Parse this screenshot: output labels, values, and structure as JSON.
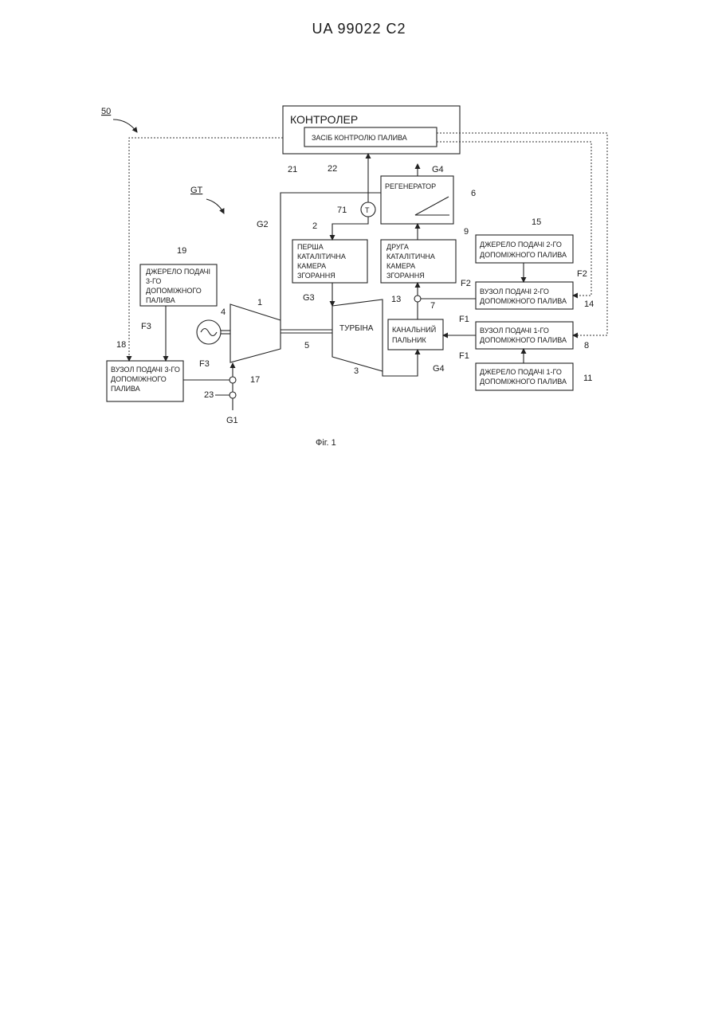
{
  "header": "UA   99022   C2",
  "caption": "Фіг. 1",
  "blocks": {
    "controller": "КОНТРОЛЕР",
    "fuel_control": "ЗАСІБ КОНТРОЛЮ ПАЛИВА",
    "regenerator": "РЕГЕНЕРАТОР",
    "combustor1": [
      "ПЕРША",
      "КАТАЛІТИЧНА",
      "КАМЕРА",
      "ЗГОРАННЯ"
    ],
    "combustor2": [
      "ДРУГА",
      "КАТАЛІТИЧНА",
      "КАМЕРА",
      "ЗГОРАННЯ"
    ],
    "turbine": "ТУРБІНА",
    "duct_burner": [
      "КАНАЛЬНИЙ",
      "ПАЛЬНИК"
    ],
    "src3": [
      "ДЖЕРЕЛО ПОДАЧІ",
      "3-ГО",
      "ДОПОМІЖНОГО",
      "ПАЛИВА"
    ],
    "unit3": [
      "ВУЗОЛ ПОДАЧІ 3-ГО",
      "ДОПОМІЖНОГО",
      "ПАЛИВА"
    ],
    "src2": [
      "ДЖЕРЕЛО ПОДАЧІ 2-ГО",
      "ДОПОМІЖНОГО ПАЛИВА"
    ],
    "unit2": [
      "ВУЗОЛ ПОДАЧІ 2-ГО",
      "ДОПОМІЖНОГО ПАЛИВА"
    ],
    "unit1": [
      "ВУЗОЛ ПОДАЧІ 1-ГО",
      "ДОПОМІЖНОГО ПАЛИВА"
    ],
    "src1": [
      "ДЖЕРЕЛО ПОДАЧІ 1-ГО",
      "ДОПОМІЖНОГО ПАЛИВА"
    ],
    "sensor": "T"
  },
  "labels": {
    "n50": "50",
    "gt": "GT",
    "n21": "21",
    "n22": "22",
    "g4_top": "G4",
    "n6": "6",
    "n71": "71",
    "n2": "2",
    "n9": "9",
    "n15": "15",
    "g2": "G2",
    "f2_a": "F2",
    "f2_b": "F2",
    "n19": "19",
    "n13": "13",
    "n7": "7",
    "n14": "14",
    "g3": "G3",
    "n1": "1",
    "n4": "4",
    "f3_a": "F3",
    "f1_a": "F1",
    "f1_b": "F1",
    "n8": "8",
    "n18": "18",
    "n5": "5",
    "n3": "3",
    "g4_bottom": "G4",
    "n11": "11",
    "f3_b": "F3",
    "n17": "17",
    "n23": "23",
    "g1": "G1"
  }
}
